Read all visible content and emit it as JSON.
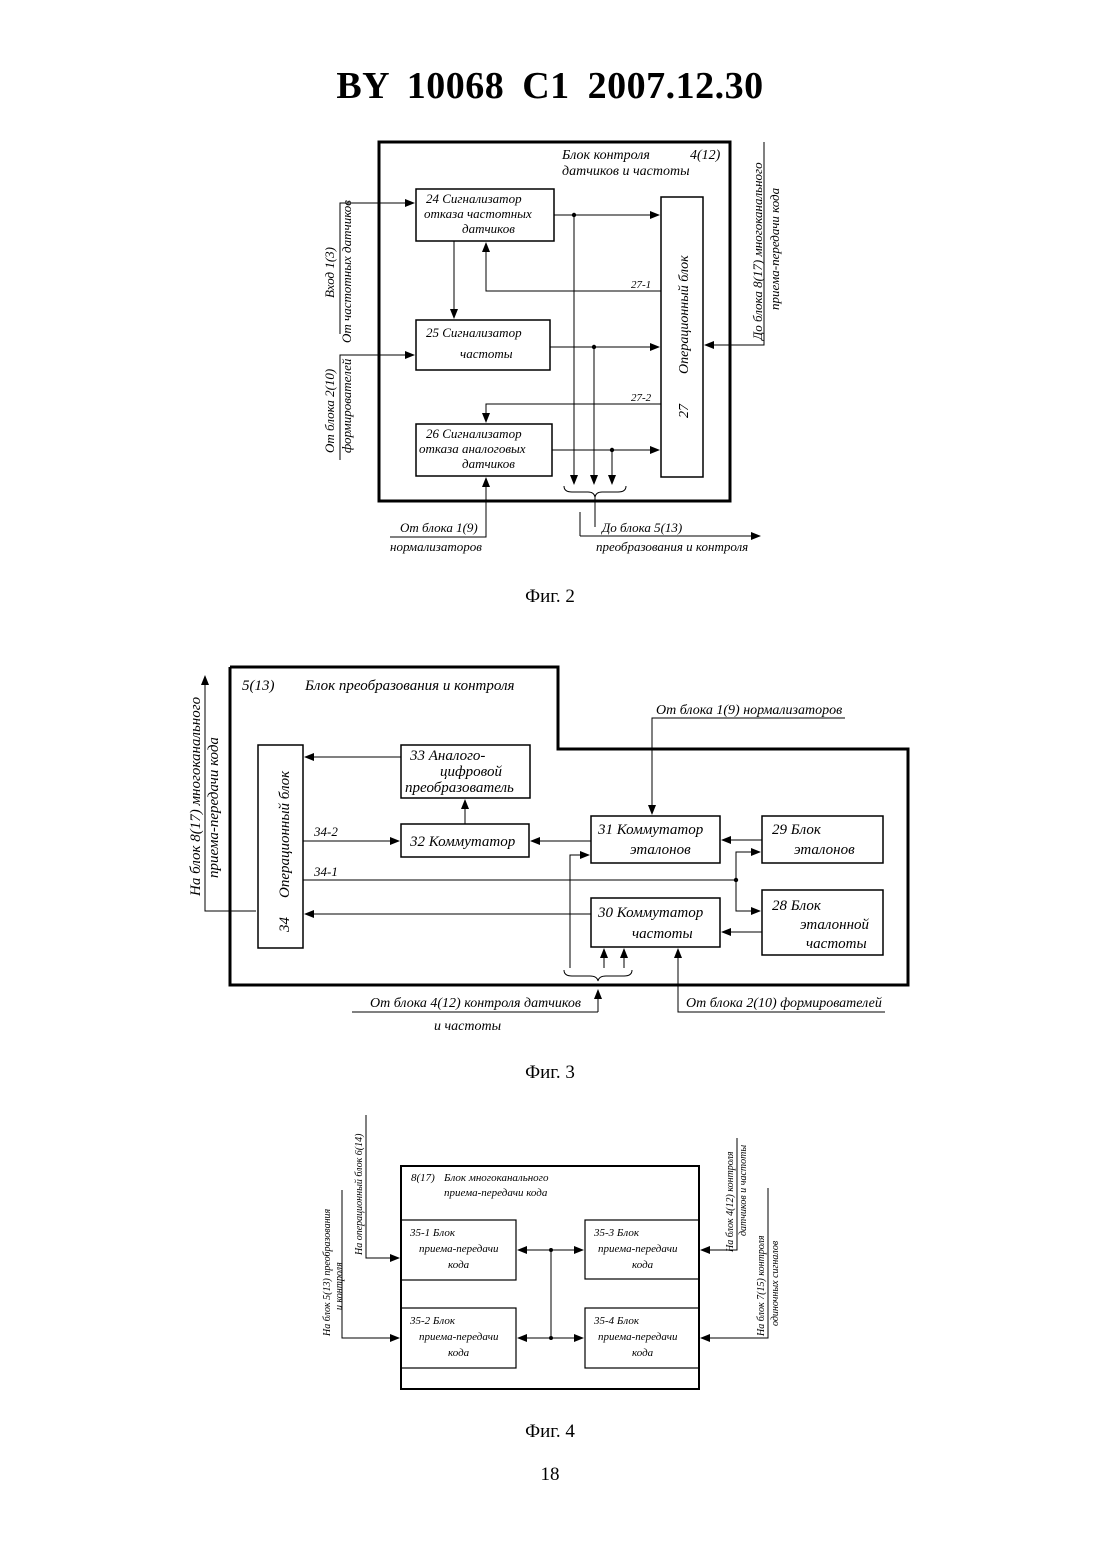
{
  "header": {
    "title": "BY  10068  C1  2007.12.30"
  },
  "page_number": "18",
  "figures": [
    {
      "caption": "Фиг. 2",
      "frame_label": {
        "line1": "Блок контроля",
        "line1_num": "4(12)",
        "line2": "датчиков и частоты"
      },
      "blocks": {
        "b24": [
          "24  Сигнализатор",
          "отказа частотных",
          "датчиков"
        ],
        "b25": [
          "25  Сигнализатор",
          "частоты"
        ],
        "b26": [
          "26  Сигнализатор",
          "отказа аналоговых",
          "датчиков"
        ],
        "b27": [
          "Операционный блок",
          "27"
        ]
      },
      "signals": {
        "s271": "27-1",
        "s272": "27-2"
      },
      "inputs": {
        "left1": [
          "Вход 1(3)",
          "От частотных датчиков"
        ],
        "left2": [
          "От блока 2(10)",
          "формирователей"
        ],
        "bottom_in": [
          "От блока 1(9)",
          "нормализаторов"
        ],
        "bottom_out": [
          "До блока 5(13)",
          "преобразования и контроля"
        ],
        "right": [
          "До блока 8(17) многоканального",
          "приема-передачи кода"
        ]
      }
    },
    {
      "caption": "Фиг. 3",
      "frame_label": {
        "num": "5(13)",
        "title": "Блок преобразования и контроля"
      },
      "blocks": {
        "b33": [
          "33  Аналого-",
          "цифровой",
          "преобразователь"
        ],
        "b32": [
          "32  Коммутатор"
        ],
        "b31": [
          "31  Коммутатор",
          "эталонов"
        ],
        "b29": [
          "29     Блок",
          "эталонов"
        ],
        "b30": [
          "30  Коммутатор",
          "частоты"
        ],
        "b28": [
          "28     Блок",
          "эталонной",
          "частоты"
        ],
        "b34": [
          "Операционный блок",
          "34"
        ]
      },
      "signals": {
        "s342": "34-2",
        "s341": "34-1"
      },
      "inputs": {
        "top": "От блока 1(9) нормализаторов",
        "left": [
          "На блок 8(17) многоканального",
          "приема-передачи кода"
        ],
        "bottom_left": [
          "От блока 4(12) контроля датчиков",
          "и частоты"
        ],
        "bottom_right": "От блока 2(10) формирователей"
      }
    },
    {
      "caption": "Фиг. 4",
      "frame_label": {
        "num": "8(17)",
        "line1": "Блок многоканального",
        "line2": "приема-передачи кода"
      },
      "blocks": {
        "b351": [
          "35-1     Блок",
          "приема-передачи",
          "кода"
        ],
        "b352": [
          "35-2     Блок",
          "приема-передачи",
          "кода"
        ],
        "b353": [
          "35-3     Блок",
          "приема-передачи",
          "кода"
        ],
        "b354": [
          "35-4     Блок",
          "приема-передачи",
          "кода"
        ]
      },
      "inputs": {
        "left1": [
          "На блок 5(13) преобразования",
          "и контроля"
        ],
        "left2": "На операционный блок 6(14)",
        "right1": [
          "На блок 4(12) контроля",
          "датчиков и частоты"
        ],
        "right2": [
          "На блок 7(15) контроля",
          "одиночных сигналов"
        ]
      }
    }
  ]
}
